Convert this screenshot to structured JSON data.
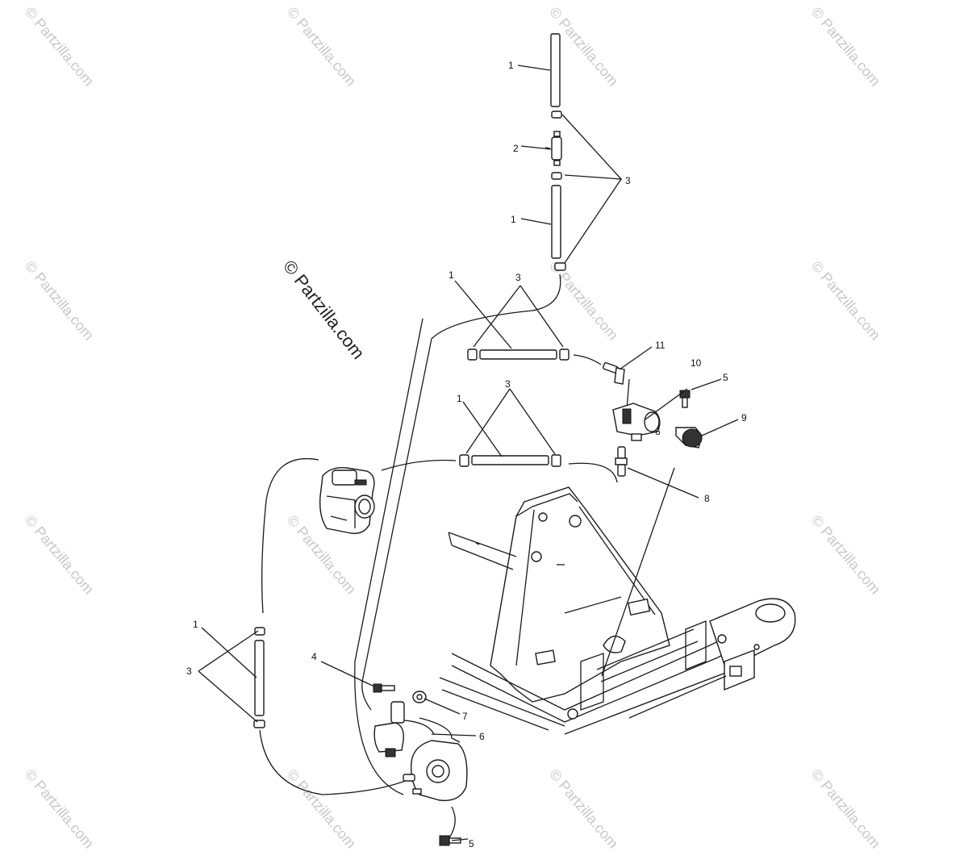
{
  "watermark_text": "© Partzilla.com",
  "watermark_main": "© Partzilla.com",
  "callouts": [
    "1",
    "2",
    "3",
    "1",
    "1",
    "3",
    "11",
    "10",
    "5",
    "9",
    "1",
    "3",
    "6",
    "8",
    "1",
    "3",
    "4",
    "7",
    "6",
    "5"
  ]
}
